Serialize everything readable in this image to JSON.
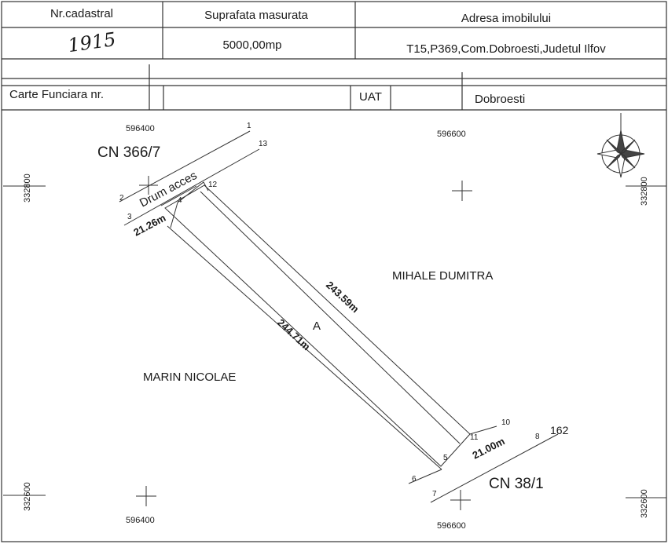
{
  "header": {
    "cadastral_label": "Nr.cadastral",
    "cadastral_value": "1915",
    "area_label": "Suprafata masurata",
    "area_value": "5000,00mp",
    "address_label": "Adresa imobilului",
    "address_value": "T15,P369,Com.Dobroesti,Judetul Ilfov",
    "land_book_label": "Carte Funciara nr.",
    "uat_label": "UAT",
    "uat_value": "Dobroesti"
  },
  "plan": {
    "grid_x_top_left": "596400",
    "grid_x_top_right": "596600",
    "grid_x_bottom_left": "596400",
    "grid_x_bottom_right": "596600",
    "grid_y_left_top": "332800",
    "grid_y_right_top": "332800",
    "grid_y_left_bottom": "332600",
    "grid_y_right_bottom": "332600",
    "neighbor_north": "CN 366/7",
    "neighbor_south": "CN 38/1",
    "neighbor_east": "MIHALE DUMITRA",
    "neighbor_west": "MARIN NICOLAE",
    "access_road": "Drum acces",
    "parcel_label": "A",
    "dim_northwest": "21.26m",
    "dim_northeast": "243.59m",
    "dim_southwest": "244.71m",
    "dim_southeast": "21.00m",
    "point_1": "1",
    "point_2": "2",
    "point_3": "3",
    "point_4": "4",
    "point_5": "5",
    "point_6": "6",
    "point_7": "7",
    "point_8": "8",
    "point_10": "10",
    "point_11": "11",
    "point_12": "12",
    "point_13": "13",
    "point_162": "162"
  }
}
